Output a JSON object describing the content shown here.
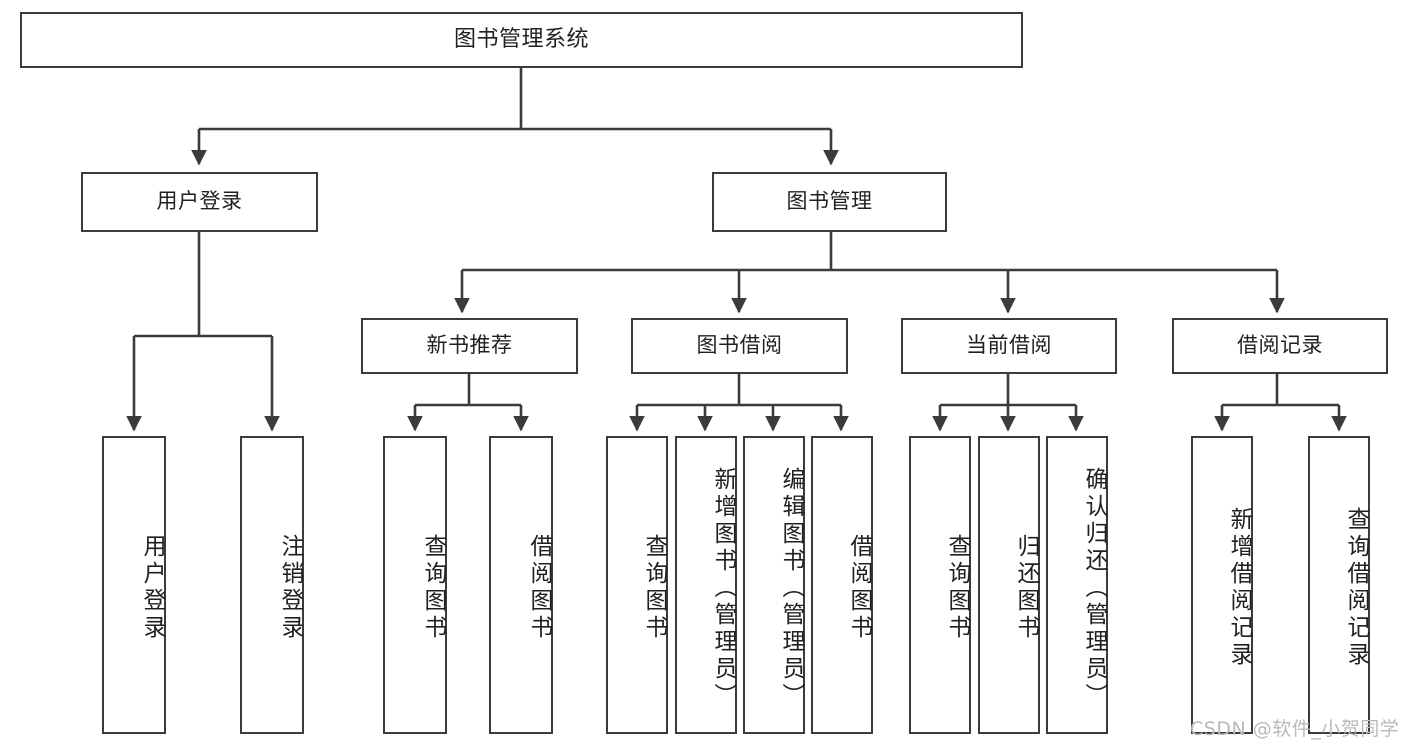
{
  "diagram": {
    "title": "图书管理系统",
    "type": "hierarchy-tree",
    "line_color": "#3b3b3d",
    "background_color": "#ffffff",
    "text_color": "#231f20"
  },
  "root": {
    "label": "图书管理系统"
  },
  "level2": [
    {
      "label": "用户登录"
    },
    {
      "label": "图书管理"
    }
  ],
  "level3": [
    {
      "label": "新书推荐"
    },
    {
      "label": "图书借阅"
    },
    {
      "label": "当前借阅"
    },
    {
      "label": "借阅记录"
    }
  ],
  "leaves": {
    "user_login": [
      {
        "label": "用户登录"
      },
      {
        "label": "注销登录"
      }
    ],
    "new_book_recommend": [
      {
        "label": "查询图书"
      },
      {
        "label": "借阅图书"
      }
    ],
    "book_borrow": [
      {
        "label": "查询图书"
      },
      {
        "label": "新增图书（管理员）"
      },
      {
        "label": "编辑图书（管理员）"
      },
      {
        "label": "借阅图书"
      }
    ],
    "current_borrow": [
      {
        "label": "查询图书"
      },
      {
        "label": "归还图书"
      },
      {
        "label": "确认归还（管理员）"
      }
    ],
    "borrow_record": [
      {
        "label": "新增借阅记录"
      },
      {
        "label": "查询借阅记录"
      }
    ]
  },
  "watermark": {
    "text": "CSDN @软件_小贺同学"
  }
}
